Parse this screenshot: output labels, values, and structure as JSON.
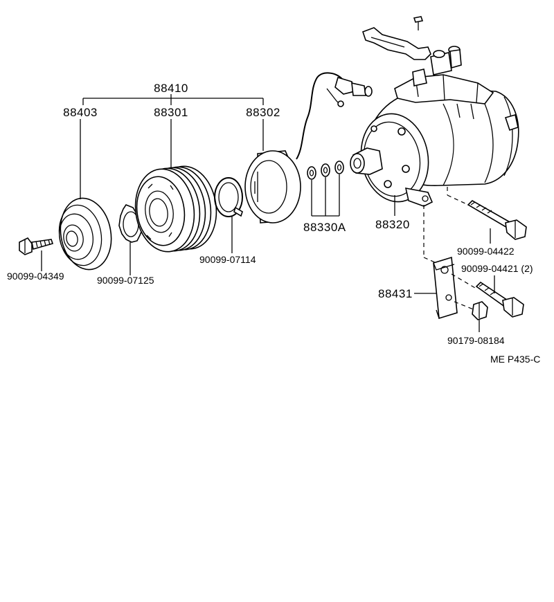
{
  "labels": {
    "p88410": "88410",
    "p88403": "88403",
    "p88301": "88301",
    "p88302": "88302",
    "p90099_04349": "90099-04349",
    "p90099_07125": "90099-07125",
    "p90099_07114": "90099-07114",
    "p88330A": "88330A",
    "p88320": "88320",
    "p90099_04422": "90099-04422",
    "p90099_04421": "90099-04421 (2)",
    "p88431": "88431",
    "p90179_08184": "90179-08184",
    "ref": "ME P435-C"
  }
}
